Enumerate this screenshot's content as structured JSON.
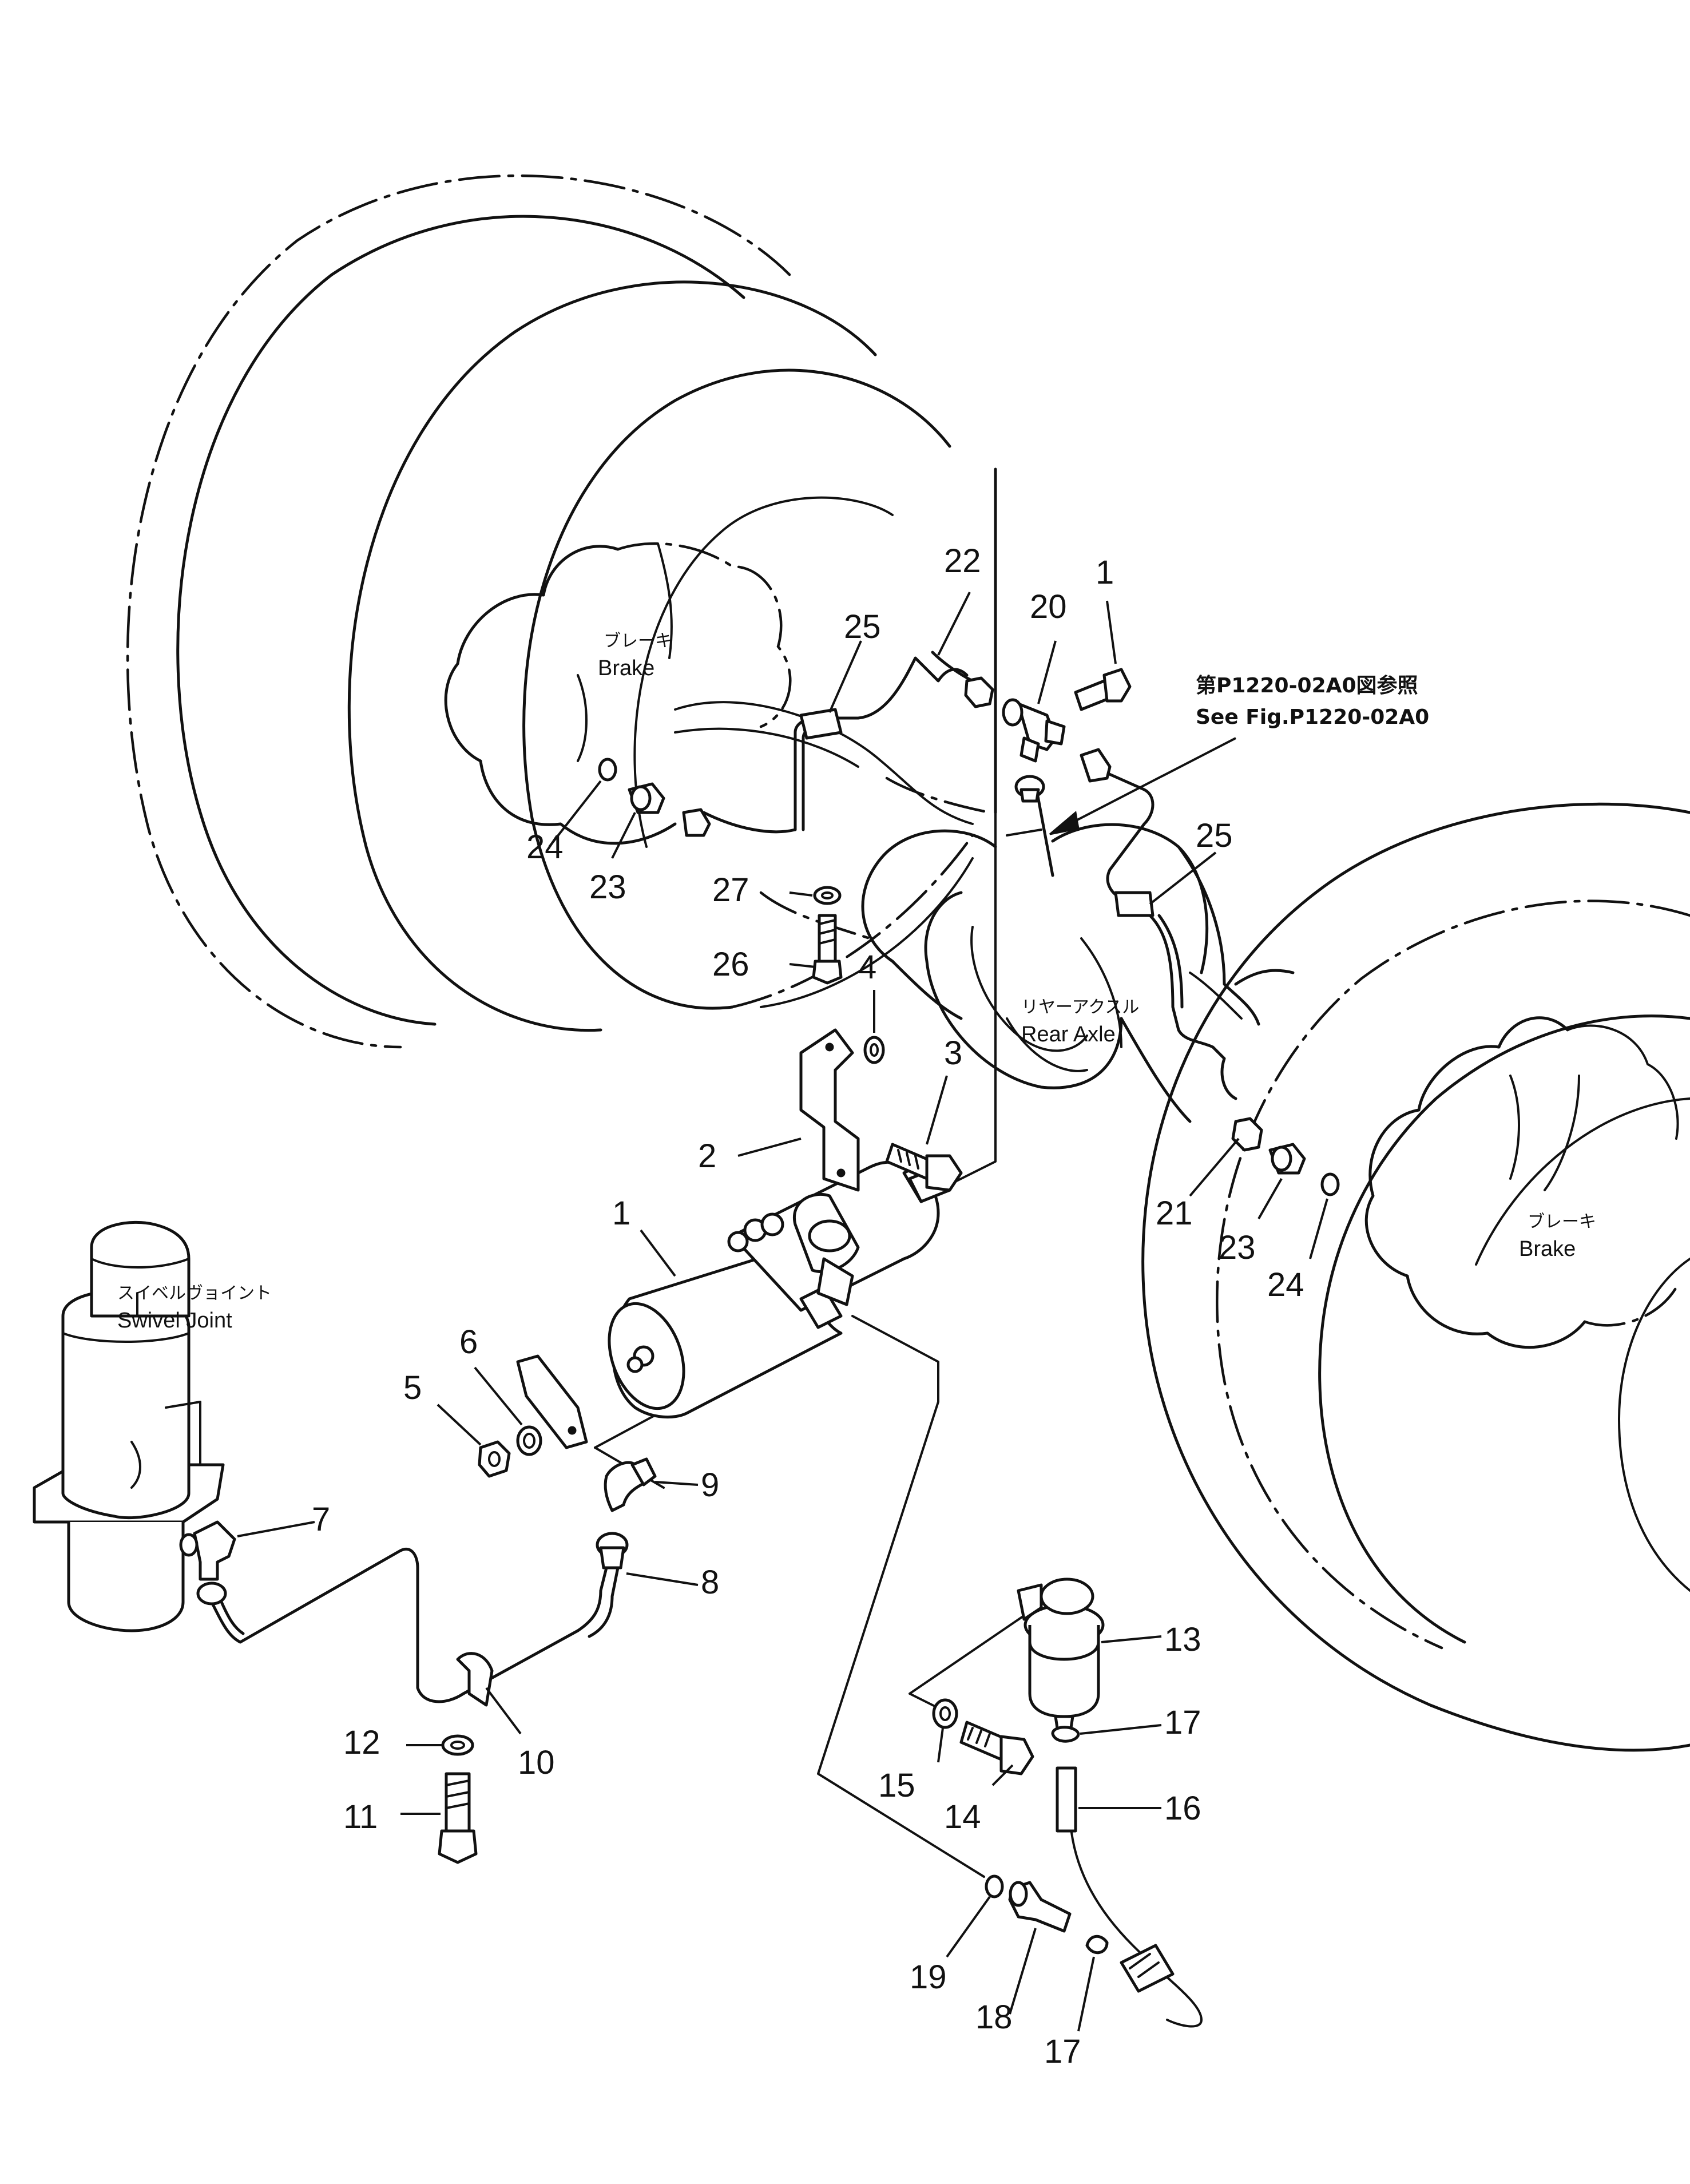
{
  "labels": {
    "brake_left_jp": "ブレーキ",
    "brake_left_en": "Brake",
    "brake_right_jp": "ブレーキ",
    "brake_right_en": "Brake",
    "rear_axle_jp": "リヤーアクスル",
    "rear_axle_en": "Rear  Axle",
    "swivel_jp": "スイベルヴョイント",
    "swivel_en": "Swivel  Joint",
    "ref_jp": "第P1220-02A0図参照",
    "ref_en": "See Fig.P1220-02A0"
  },
  "callouts": [
    {
      "id": "c1a",
      "text": "1"
    },
    {
      "id": "c1b",
      "text": "1"
    },
    {
      "id": "c2",
      "text": "2"
    },
    {
      "id": "c3",
      "text": "3"
    },
    {
      "id": "c4",
      "text": "4"
    },
    {
      "id": "c5",
      "text": "5"
    },
    {
      "id": "c6",
      "text": "6"
    },
    {
      "id": "c7",
      "text": "7"
    },
    {
      "id": "c8",
      "text": "8"
    },
    {
      "id": "c9",
      "text": "9"
    },
    {
      "id": "c10",
      "text": "10"
    },
    {
      "id": "c11",
      "text": "11"
    },
    {
      "id": "c12",
      "text": "12"
    },
    {
      "id": "c13",
      "text": "13"
    },
    {
      "id": "c14",
      "text": "14"
    },
    {
      "id": "c15",
      "text": "15"
    },
    {
      "id": "c16",
      "text": "16"
    },
    {
      "id": "c17a",
      "text": "17"
    },
    {
      "id": "c17b",
      "text": "17"
    },
    {
      "id": "c18",
      "text": "18"
    },
    {
      "id": "c19",
      "text": "19"
    },
    {
      "id": "c20",
      "text": "20"
    },
    {
      "id": "c21",
      "text": "21"
    },
    {
      "id": "c22",
      "text": "22"
    },
    {
      "id": "c23a",
      "text": "23"
    },
    {
      "id": "c23b",
      "text": "23"
    },
    {
      "id": "c24a",
      "text": "24"
    },
    {
      "id": "c24b",
      "text": "24"
    },
    {
      "id": "c25a",
      "text": "25"
    },
    {
      "id": "c25b",
      "text": "25"
    },
    {
      "id": "c26",
      "text": "26"
    },
    {
      "id": "c27",
      "text": "27"
    }
  ]
}
